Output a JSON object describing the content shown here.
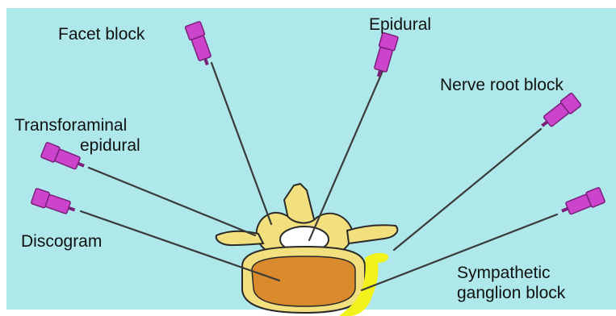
{
  "colors": {
    "background": "#aee8ea",
    "needle_shaft": "#3a3a3a",
    "needle_hub": "#cc44cc",
    "needle_hub_dark": "#7a1f7a",
    "bone": "#f2df7e",
    "bone_outline": "#2a2a2a",
    "disc_nucleus": "#d98a2c",
    "ganglion": "#f2f21c",
    "label_text": "#111111"
  },
  "labels": {
    "facet_block": "Facet block",
    "epidural": "Epidural",
    "nerve_root_block": "Nerve root block",
    "transforaminal_line1": "Transforaminal",
    "transforaminal_line2": "epidural",
    "discogram": "Discogram",
    "sympathetic_line1": "Sympathetic",
    "sympathetic_line2": "ganglion block"
  },
  "needles": [
    {
      "name": "facet-block",
      "label": "Facet block"
    },
    {
      "name": "epidural",
      "label": "Epidural"
    },
    {
      "name": "nerve-root-block",
      "label": "Nerve root block"
    },
    {
      "name": "transforaminal-epidural",
      "label": "Transforaminal epidural"
    },
    {
      "name": "discogram",
      "label": "Discogram"
    },
    {
      "name": "sympathetic-ganglion-block",
      "label": "Sympathetic ganglion block"
    }
  ]
}
